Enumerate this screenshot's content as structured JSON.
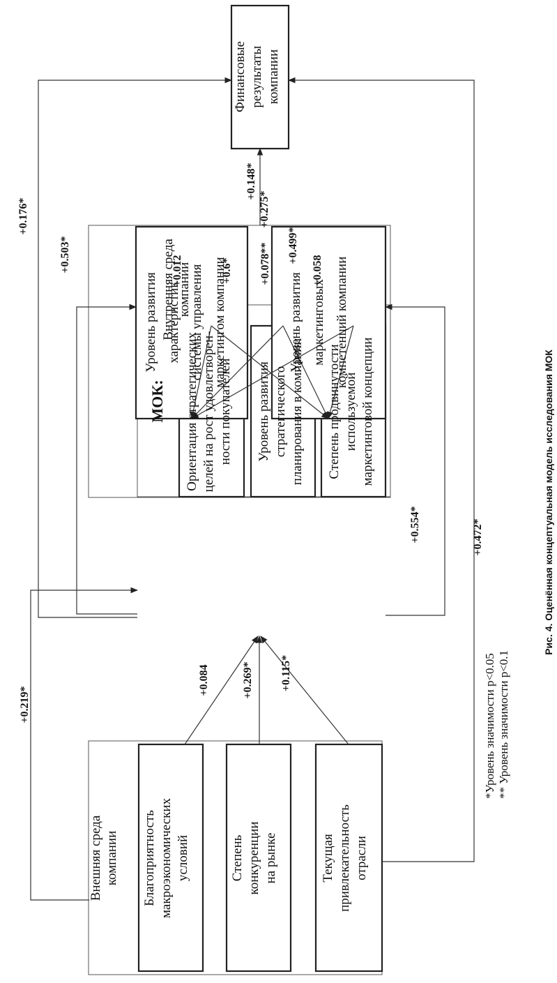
{
  "external_env": {
    "title": [
      "Внешняя среда",
      "компании"
    ],
    "macro": [
      "Благоприятность",
      "макроэкономических",
      "условий"
    ],
    "competition": [
      "Степень",
      "конкуренции",
      "на рынке"
    ],
    "attractiveness": [
      "Текущая",
      "привлекательность",
      "отрасли"
    ]
  },
  "internal_env": {
    "title": [
      "Внутренняя среда",
      "компании"
    ],
    "mok_title": "МОК:",
    "orientation": [
      "Ориентация стратегических",
      "целей на рост удовлетворен-",
      "ности покупателей"
    ],
    "planning": [
      "Уровень развития",
      "стратегического",
      "планирования в компании"
    ],
    "concept": [
      "Степень продвинутости",
      "используемой",
      "маркетинговой концепции"
    ],
    "mgmt_system": [
      "Уровень развития",
      "характеристик",
      "системы управления",
      "маркетингом компании"
    ],
    "competencies": [
      "Уровень развития",
      "маркетинговых",
      "компетенций компании"
    ]
  },
  "financial": [
    "Финансовые",
    "результаты",
    "компании"
  ],
  "coefficients": {
    "ext_to_mok": "+0.219*",
    "macro_to_planning": "+0.084",
    "competition_to_planning": "+0.269*",
    "attractiveness_to_planning": "+0.115*",
    "attractiveness_to_financial": "+0.472*",
    "mok_to_financial": "+0.176*",
    "mok_to_mgmt": "+0.503*",
    "orientation_to_mgmt": "+0.012",
    "orientation_to_comp": "+0.6*",
    "planning_to_mgmt": "+0.078**",
    "planning_to_comp": "+0.499*",
    "concept_to_mgmt": "+0.275*",
    "concept_to_comp": "+0.058",
    "mok_to_comp": "+0.554*",
    "mgmt_to_financial": "+0.148*"
  },
  "caption": "Рис. 4. Оценённая концептуальная модель исследования МОК",
  "legend": [
    "*Уровень значимости p<0.05",
    "** Уровень значимости p<0.1"
  ]
}
